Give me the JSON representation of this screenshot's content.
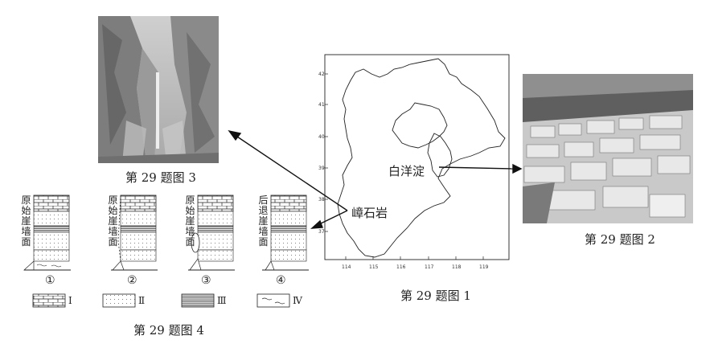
{
  "captions": {
    "fig1": "第 29 题图 1",
    "fig2": "第 29 题图 2",
    "fig3": "第 29 题图 3",
    "fig4": "第 29 题图 4"
  },
  "map": {
    "place_baiyangdian": "白洋淀",
    "place_zhangshiyan": "嶂石岩",
    "lat_ticks": [
      "42",
      "41",
      "40",
      "39",
      "38",
      "37"
    ],
    "lon_ticks": [
      "114",
      "115",
      "116",
      "117",
      "118",
      "119"
    ]
  },
  "columns": [
    {
      "number": "①",
      "label": "原始崖墙面"
    },
    {
      "number": "②",
      "label": "原始崖墙面"
    },
    {
      "number": "③",
      "label": "原始崖墙面"
    },
    {
      "number": "④",
      "label": "后退崖墙面"
    }
  ],
  "legend": [
    {
      "symbol": "brick",
      "label": "Ⅰ"
    },
    {
      "symbol": "dots",
      "label": "Ⅱ"
    },
    {
      "symbol": "lines",
      "label": "Ⅲ"
    },
    {
      "symbol": "wave",
      "label": "Ⅳ"
    }
  ]
}
